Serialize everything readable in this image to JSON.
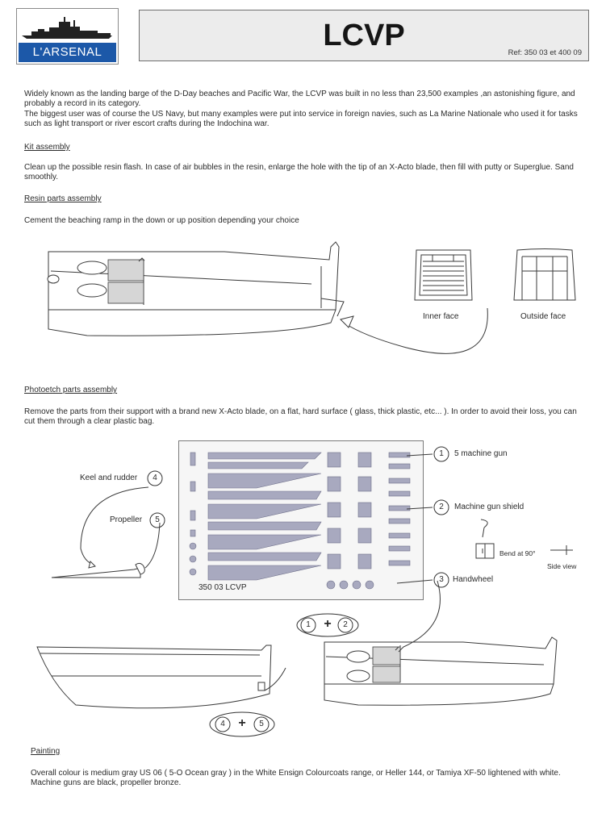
{
  "header": {
    "brand": "L'ARSENAL",
    "title": "LCVP",
    "ref": "Ref: 350 03 et 400 09"
  },
  "intro": {
    "p1": "Widely known as the landing barge of the D-Day beaches and Pacific War, the LCVP was built in no less than 23,500 examples ,an astonishing figure, and probably a record in its category.",
    "p2": "The biggest user was of course the US Navy, but many examples were put into service in foreign navies, such as La Marine Nationale who used it for tasks such as light transport or river escort crafts during the Indochina war."
  },
  "kit": {
    "heading": "Kit assembly",
    "text": "Clean up the possible resin flash. In case of air bubbles in the resin, enlarge the hole with the tip of an X-Acto blade, then fill with putty or Superglue. Sand smoothly."
  },
  "resin": {
    "heading": "Resin parts assembly",
    "text": "Cement the beaching ramp in the down or up position depending your choice",
    "inner_face": "Inner face",
    "outside_face": "Outside face"
  },
  "photoetch": {
    "heading": "Photoetch parts assembly",
    "text": "Remove the parts from their support with a brand new X-Acto blade, on a flat, hard surface ( glass, thick plastic, etc... ). In order to avoid their loss, you can cut them through a clear plastic bag.",
    "fret_label": "350 03 LCVP",
    "keel_label": "Keel and rudder",
    "propeller_label": "Propeller",
    "mg_label": "5 machine gun",
    "shield_label": "Machine gun shield",
    "wheel_label": "Handwheel",
    "bend_label": "Bend at 90°",
    "side_view_label": "Side view",
    "n1": "1",
    "n2": "2",
    "n3": "3",
    "n4": "4",
    "n5": "5",
    "plus": "+"
  },
  "painting": {
    "heading": "Painting",
    "text": "Overall colour is medium gray US 06 ( 5-O Ocean gray ) in the White Ensign Colourcoats range, or Heller 144, or Tamiya XF-50 lightened with white. Machine guns are black, propeller bronze."
  }
}
